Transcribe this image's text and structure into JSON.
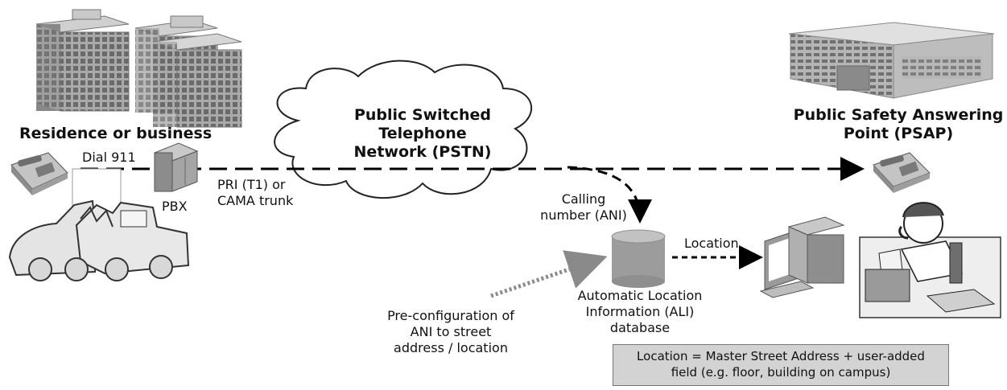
{
  "labels": {
    "residence": "Residence or business",
    "dial": "Dial 911",
    "pbx": "PBX",
    "trunk": [
      "PRI (T1) or",
      "CAMA trunk"
    ],
    "pstn": [
      "Public Switched",
      "Telephone",
      "Network (PSTN)"
    ],
    "psap": [
      "Public Safety Answering",
      "Point (PSAP)"
    ],
    "calling": [
      "Calling",
      "number (ANI)"
    ],
    "location": "Location",
    "ali": [
      "Automatic Location",
      "Information (ALI)",
      "database"
    ],
    "preconfig": [
      "Pre-configuration of",
      "ANI to street",
      "address / location"
    ],
    "note": [
      "Location = Master Street Address + user-added",
      "field (e.g. floor, building on campus)"
    ]
  },
  "colors": {
    "building": "#9a9a9a",
    "window": "#5f5f5f",
    "cloud": "#ffffff",
    "db": "#9c9c9c",
    "note_bg": "#d3d3d3",
    "dotted": "#8a8a8a"
  },
  "icons": [
    "office-building-icon",
    "office-tower-icon",
    "pbx-server-icon",
    "telephone-icon",
    "car-crash-icon",
    "pstn-cloud-icon",
    "database-icon",
    "computer-icon",
    "psap-building-icon",
    "dispatcher-icon"
  ]
}
